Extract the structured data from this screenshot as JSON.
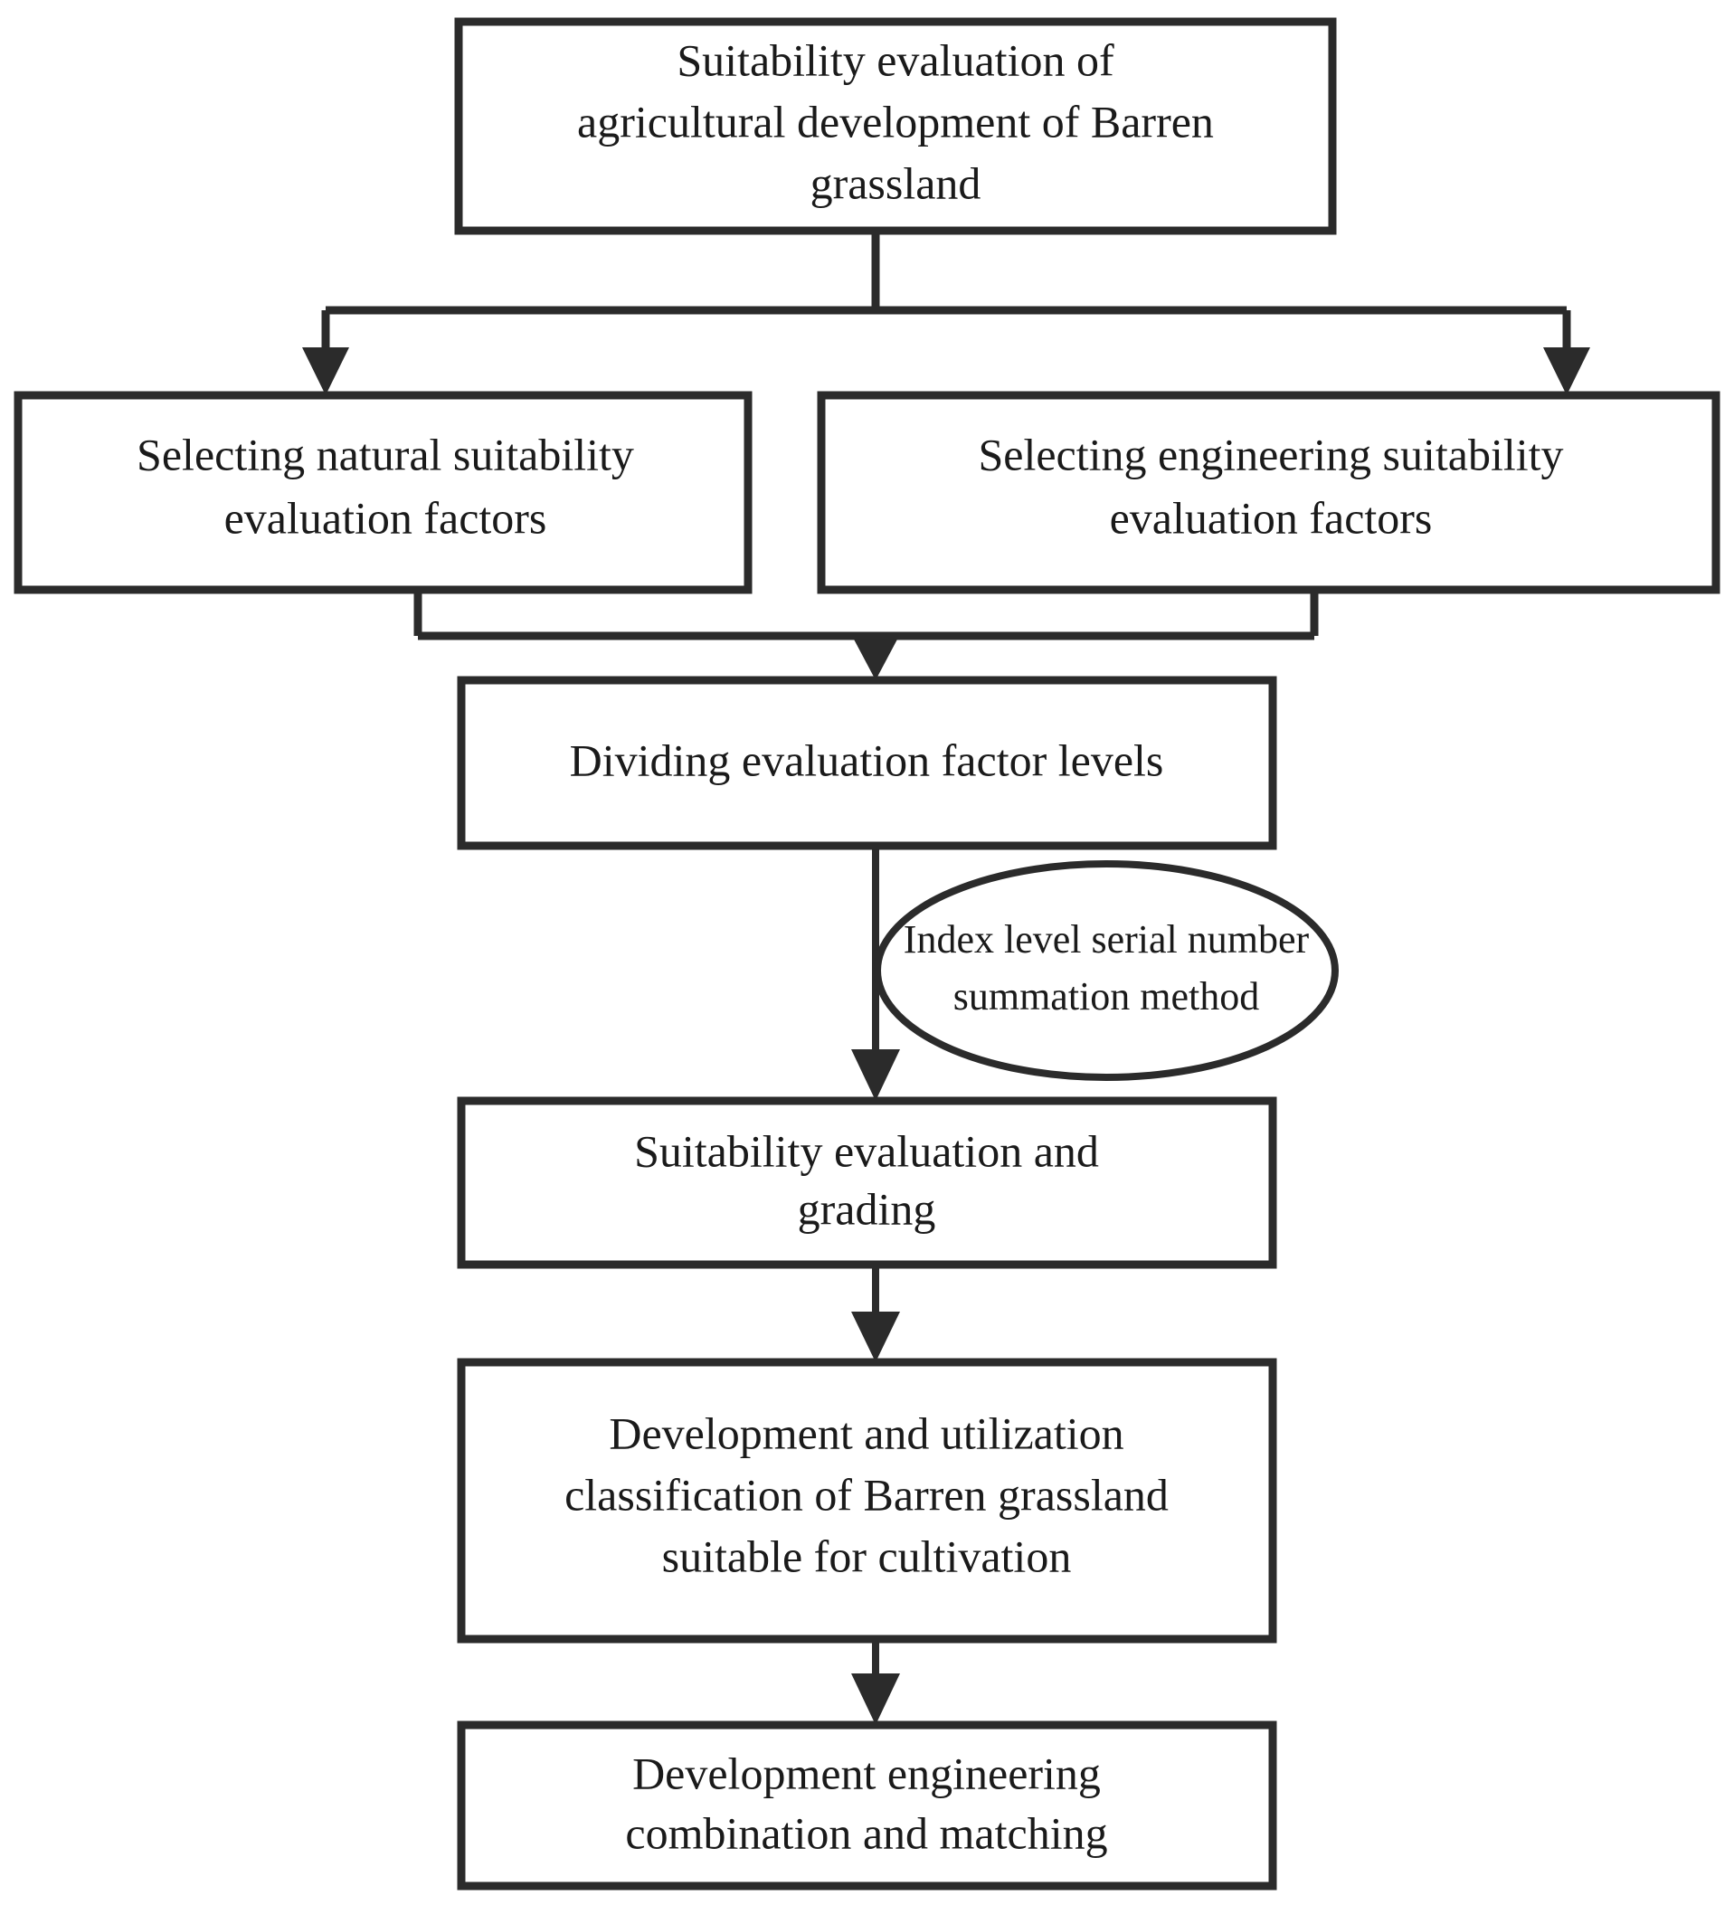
{
  "diagram": {
    "type": "flowchart",
    "orientation": "top-to-bottom",
    "background_color": "#ffffff",
    "stroke_color": "#2b2b2b",
    "text_color": "#1a1a1a",
    "nodes": {
      "root": {
        "shape": "rectangle",
        "lines": [
          "Suitability evaluation of",
          "agricultural development of Barren",
          "grassland"
        ]
      },
      "natural": {
        "shape": "rectangle",
        "lines": [
          "Selecting natural suitability",
          "evaluation factors"
        ]
      },
      "engineering": {
        "shape": "rectangle",
        "lines": [
          "Selecting engineering suitability",
          "evaluation factors"
        ]
      },
      "dividing": {
        "shape": "rectangle",
        "lines": [
          "Dividing evaluation factor levels"
        ]
      },
      "method": {
        "shape": "ellipse",
        "lines": [
          "Index level serial number",
          "summation method"
        ]
      },
      "grading": {
        "shape": "rectangle",
        "lines": [
          "Suitability evaluation and",
          "grading"
        ]
      },
      "classification": {
        "shape": "rectangle",
        "lines": [
          "Development and utilization",
          "classification of Barren grassland",
          "suitable for cultivation"
        ]
      },
      "combination": {
        "shape": "rectangle",
        "lines": [
          "Development engineering",
          "combination and matching"
        ]
      }
    },
    "edges": [
      {
        "from": "root",
        "to": "natural",
        "style": "elbow-split-left",
        "arrow": true
      },
      {
        "from": "root",
        "to": "engineering",
        "style": "elbow-split-right",
        "arrow": true
      },
      {
        "from": "natural",
        "to": "dividing",
        "style": "elbow-merge-left",
        "arrow": true
      },
      {
        "from": "engineering",
        "to": "dividing",
        "style": "elbow-merge-right",
        "arrow": true
      },
      {
        "from": "dividing",
        "to": "grading",
        "style": "straight",
        "arrow": true,
        "annotation": "method"
      },
      {
        "from": "grading",
        "to": "classification",
        "style": "straight",
        "arrow": true
      },
      {
        "from": "classification",
        "to": "combination",
        "style": "straight",
        "arrow": true
      }
    ]
  }
}
